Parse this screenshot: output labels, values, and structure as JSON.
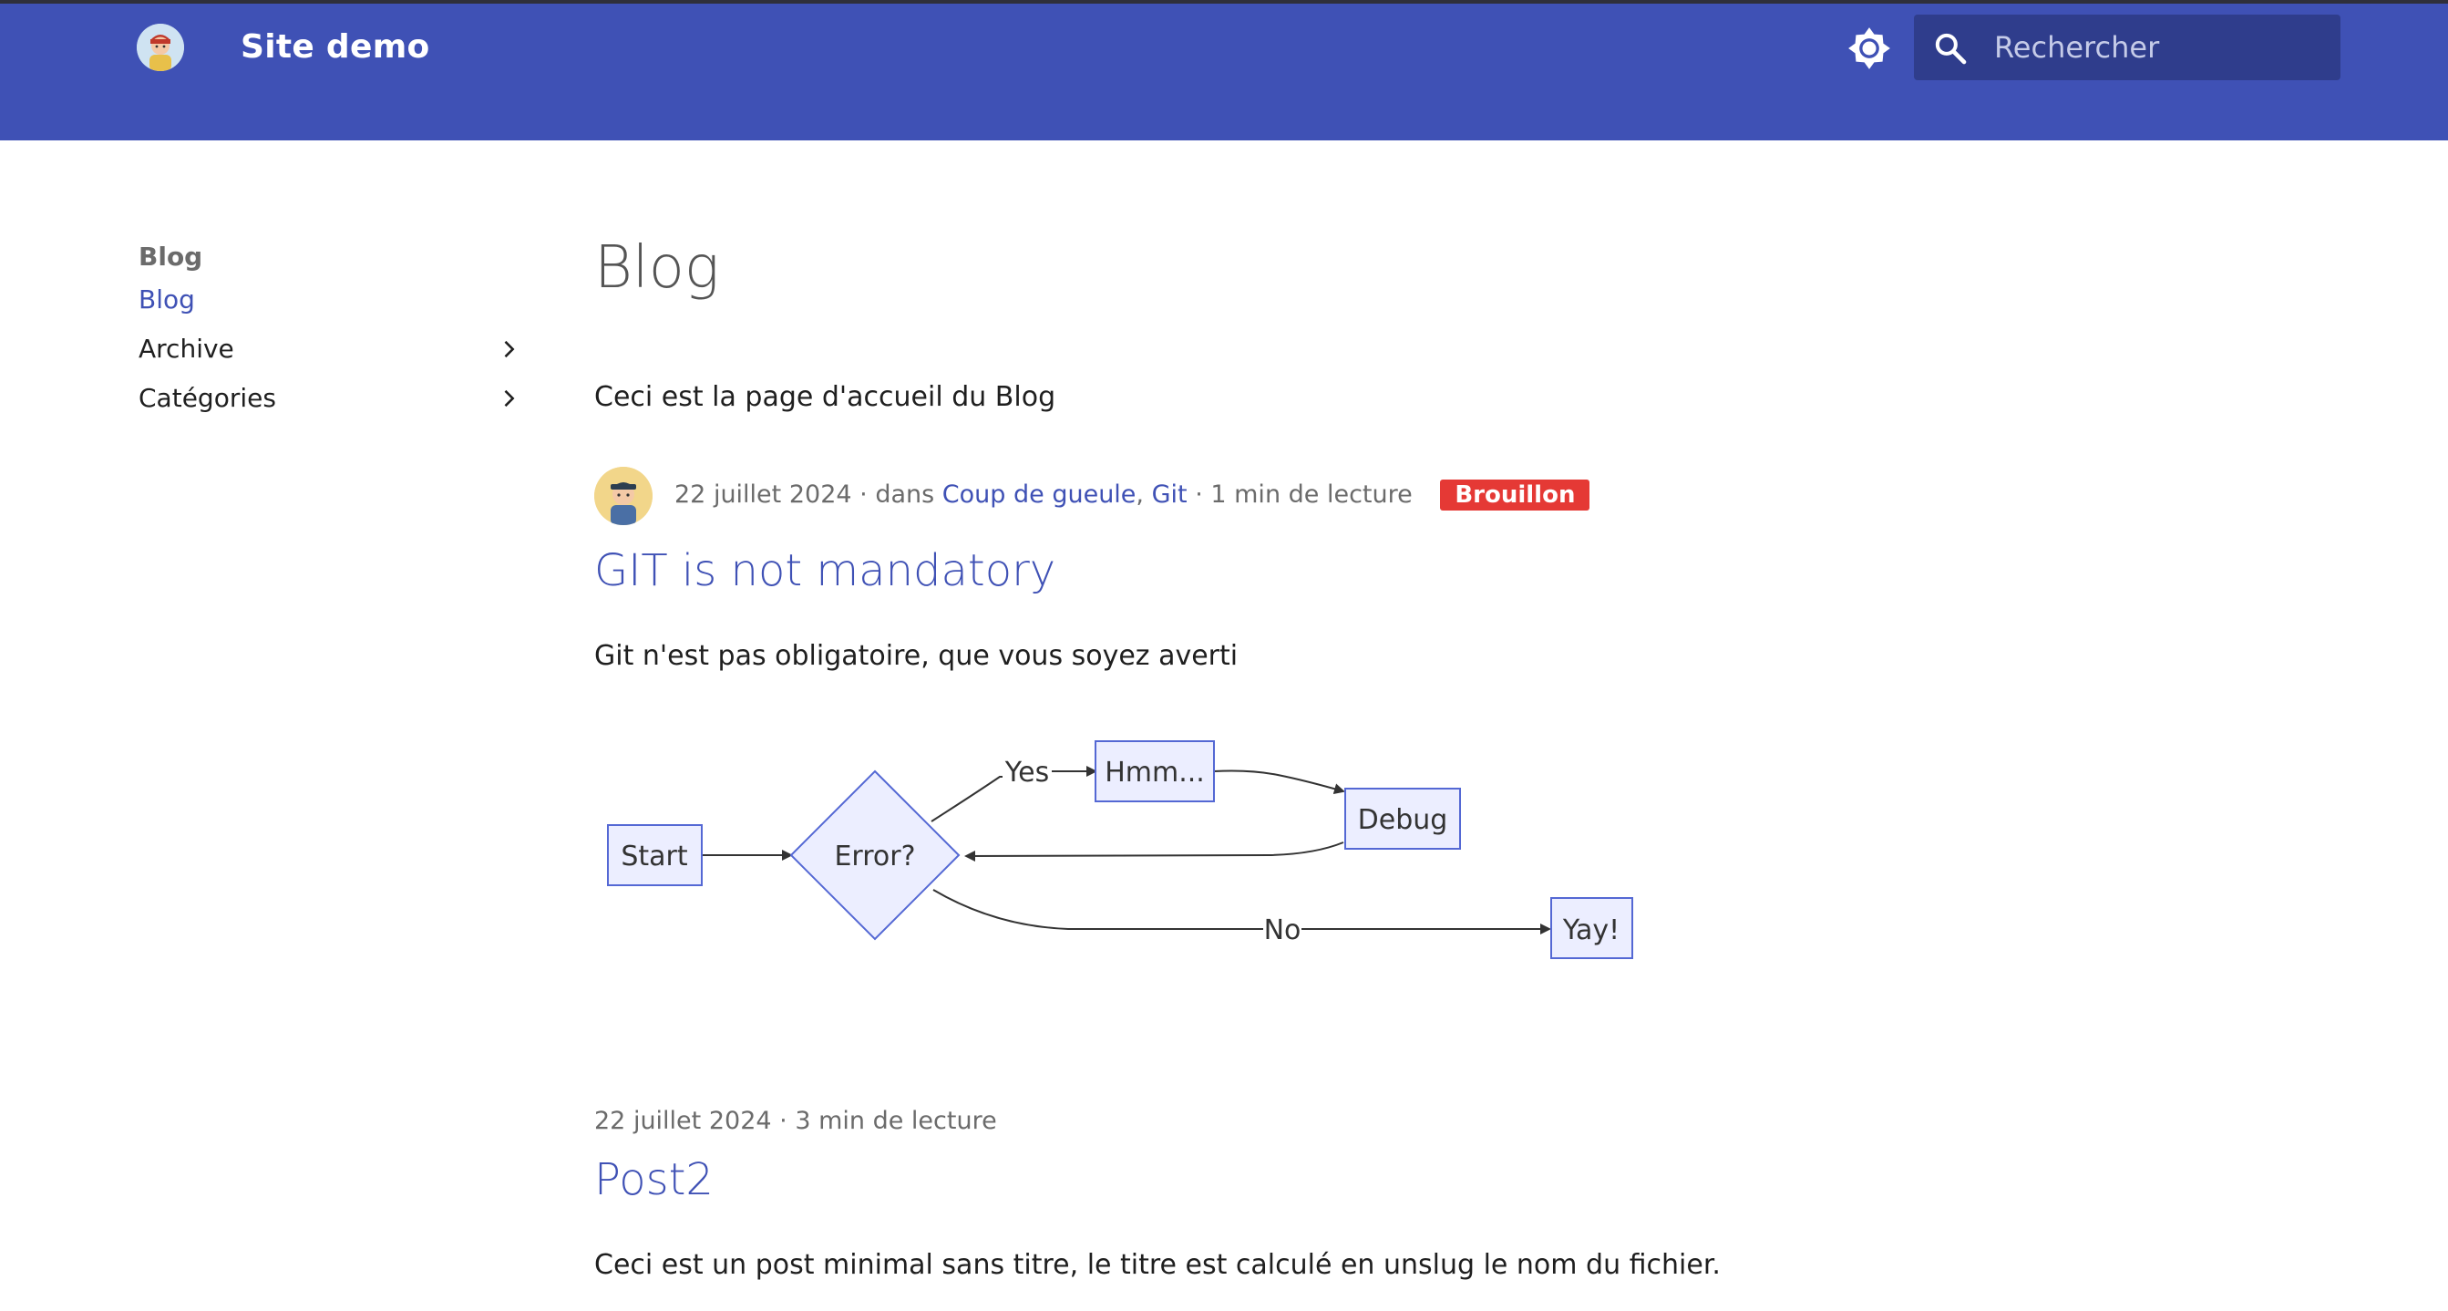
{
  "header": {
    "site_title": "Site demo",
    "search_placeholder": "Rechercher",
    "accent_color": "#3f51b5"
  },
  "sidebar": {
    "heading": "Blog",
    "items": [
      {
        "label": "Blog",
        "active": true,
        "has_children": false
      },
      {
        "label": "Archive",
        "active": false,
        "has_children": true
      },
      {
        "label": "Catégories",
        "active": false,
        "has_children": true
      }
    ]
  },
  "main": {
    "title": "Blog",
    "intro": "Ceci est la page d'accueil du Blog",
    "posts": [
      {
        "date": "22 juillet 2024",
        "in_label": "dans",
        "categories": [
          "Coup de gueule",
          "Git"
        ],
        "reading_time": "1 min de lecture",
        "badge": "Brouillon",
        "title": "GIT is not mandatory",
        "summary": "Git n'est pas obligatoire, que vous soyez averti",
        "diagram": {
          "nodes": {
            "start": "Start",
            "error": "Error?",
            "hmm": "Hmm...",
            "debug": "Debug",
            "yay": "Yay!"
          },
          "edge_labels": {
            "yes": "Yes",
            "no": "No"
          }
        }
      },
      {
        "date": "22 juillet 2024",
        "reading_time": "3 min de lecture",
        "title": "Post2",
        "summary": "Ceci est un post minimal sans titre, le titre est calculé en unslug le nom du fichier."
      }
    ]
  }
}
